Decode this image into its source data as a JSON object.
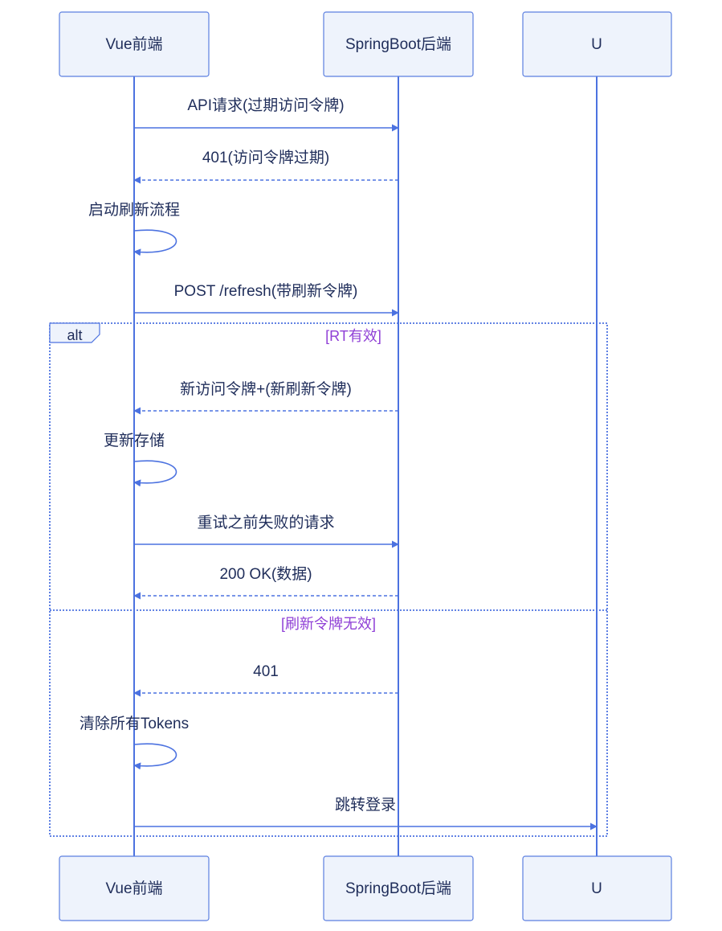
{
  "participants": [
    {
      "id": "vue",
      "label": "Vue前端"
    },
    {
      "id": "spring",
      "label": "SpringBoot后端"
    },
    {
      "id": "user",
      "label": "U"
    }
  ],
  "messages": [
    {
      "text": "API请求(过期访问令牌)",
      "from": "vue",
      "to": "spring",
      "style": "solid"
    },
    {
      "text": "401(访问令牌过期)",
      "from": "spring",
      "to": "vue",
      "style": "dashed"
    },
    {
      "text": "启动刷新流程",
      "from": "vue",
      "to": "vue",
      "style": "self"
    },
    {
      "text": "POST /refresh(带刷新令牌)",
      "from": "vue",
      "to": "spring",
      "style": "solid"
    },
    {
      "text": "新访问令牌+(新刷新令牌)",
      "from": "spring",
      "to": "vue",
      "style": "dashed"
    },
    {
      "text": "更新存储",
      "from": "vue",
      "to": "vue",
      "style": "self"
    },
    {
      "text": "重试之前失败的请求",
      "from": "vue",
      "to": "spring",
      "style": "solid"
    },
    {
      "text": "200 OK(数据)",
      "from": "spring",
      "to": "vue",
      "style": "dashed"
    },
    {
      "text": "401",
      "from": "spring",
      "to": "vue",
      "style": "dashed"
    },
    {
      "text": "清除所有Tokens",
      "from": "vue",
      "to": "vue",
      "style": "self"
    },
    {
      "text": "跳转登录",
      "from": "vue",
      "to": "user",
      "style": "solid"
    }
  ],
  "alt_frame": {
    "label": "alt",
    "conditions": [
      "[RT有效]",
      "[刷新令牌无效]"
    ]
  }
}
